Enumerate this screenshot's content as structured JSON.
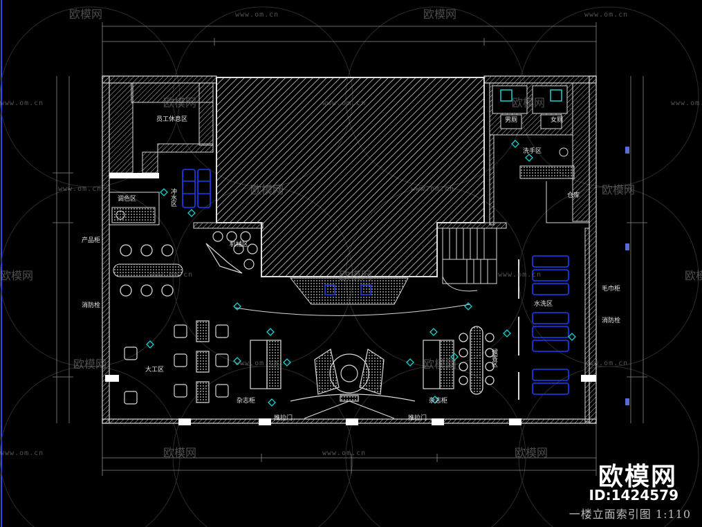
{
  "watermark": {
    "brand": "欧模网",
    "url": "www.om.cn"
  },
  "branding": {
    "name": "欧模网",
    "id": "ID:1424579"
  },
  "drawing_title": "一楼立面索引图 1:110",
  "rooms": {
    "staff_rest": "员工休息区",
    "shampoo": "冲水区",
    "dye": "调色区",
    "product_shelf": "产品柜",
    "fire_hydrant_left": "消防栓",
    "machine_area": "机械区",
    "big_work": "大工区",
    "misc_shelf_left": "杂志柜",
    "misc_shelf_right": "杂志柜",
    "wash_hands": "洗手区",
    "storage": "仓库",
    "toilet_a": "男厕",
    "toilet_b": "女厕",
    "water_area": "水洗区",
    "towel_shelf": "毛巾柜",
    "fire_hydrant_right": "消防栓",
    "waiting": "候客区",
    "door_label_left": "推拉门",
    "door_label_right": "推拉门"
  },
  "colors": {
    "walls": "#d9d9d9",
    "chairs": "#1e3cff",
    "markers": "#19d4d4",
    "dims": "#9a9a9a",
    "background": "#000000"
  }
}
